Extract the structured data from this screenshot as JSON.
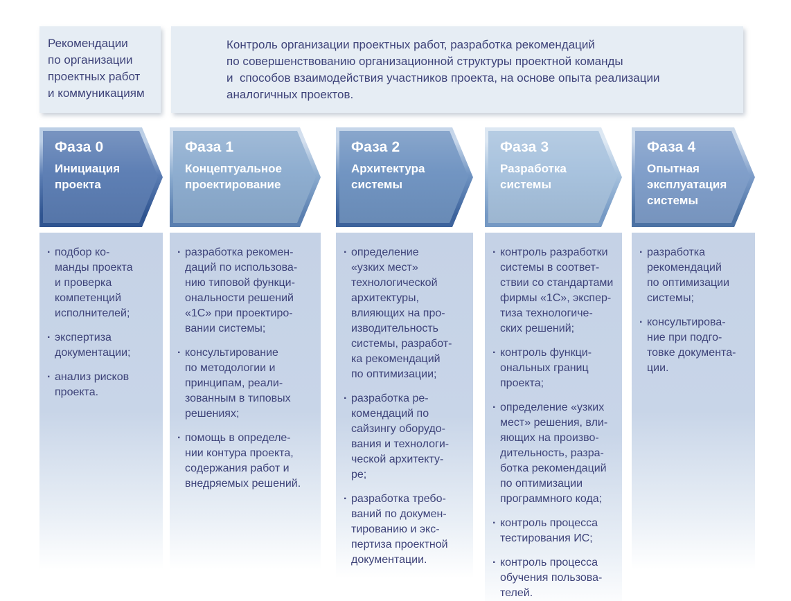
{
  "colors": {
    "page_background": "#ffffff",
    "text": "#3e4379",
    "info_box_background": "#e6edf4",
    "panel_top": "#c5d2e6",
    "panel_bottom": "#ffffff",
    "arrow_text": "#ffffff"
  },
  "bullet_char": "·",
  "top_left_box": {
    "text": "Рекомендации\nпо организации\nпроектных работ\nи коммуникациям"
  },
  "top_right_box": {
    "text": "Контроль организации проектных работ, разработка рекомендаций\nпо совершенствованию организационной структуры проектной команды\nи  способов взаимодействия участников проекта, на основе опыта реализации\nаналогичных проектов."
  },
  "phases": [
    {
      "title": "Фаза 0",
      "name": "Инициация\nпроекта",
      "colors": {
        "light": "#bccfe6",
        "main": "#5b7db3",
        "dark": "#2f5490"
      },
      "bullets": [
        "подбор ко-\nманды проекта\nи проверка\nкомпетенций\nисполнителей;",
        "экспертиза\nдокументации;",
        "анализ рисков\nпроекта."
      ]
    },
    {
      "title": "Фаза 1",
      "name": "Концептуальное\nпроектирование",
      "colors": {
        "light": "#d3dfee",
        "main": "#8caccf",
        "dark": "#5a7fb0"
      },
      "bullets": [
        "разработка рекомен-\nдаций по использова-\nнию типовой функци-\nональности решений\n«1С» при проектиро-\nвании системы;",
        "консультирование\nпо методологии и\nпринципам, реали-\nзованным в типовых\nрешениях;",
        "помощь в определе-\nнии контура проекта,\nсодержания работ и\nвнедряемых решений."
      ]
    },
    {
      "title": "Фаза 2",
      "name": "Архитектура\nсистемы",
      "colors": {
        "light": "#c6d6ea",
        "main": "#6f93c1",
        "dark": "#3d639c"
      },
      "bullets": [
        "определение\n«узких мест»\nтехнологической\nархитектуры,\nвлияющих на про-\nизводительность\nсистемы, разработ-\nка рекомендаций\nпо оптимизации;",
        "разработка ре-\nкомендаций по\nсайзингу оборудо-\nвания и технологи-\nческой архитекту-\nре;",
        "разработка требо-\nваний по докумен-\nтированию и экс-\nпертиза проектной\nдокументации."
      ]
    },
    {
      "title": "Фаза 3",
      "name": "Разработка\nсистемы",
      "colors": {
        "light": "#dde8f3",
        "main": "#a6c1dd",
        "dark": "#7599c4"
      },
      "bullets": [
        "контроль разработки\nсистемы в соответ-\nствии со стандартами\nфирмы «1С», экспер-\nтиза технологиче-\nских решений;",
        "контроль функци-\nональных границ\nпроекта;",
        "определение «узких\nмест» решения, вли-\nяющих на произво-\nдительность, разра-\nботка рекомендаций\nпо оптимизации\nпрограммного кода;",
        "контроль процесса\nтестирования ИС;",
        "контроль процесса\nобучения пользова-\nтелей."
      ]
    },
    {
      "title": "Фаза 4",
      "name": "Опытная\nэксплуатация\nсистемы",
      "colors": {
        "light": "#ccdaeb",
        "main": "#7e9dc9",
        "dark": "#4c72a4"
      },
      "bullets": [
        "разработка\nрекомендаций\nпо оптимизации\nсистемы;",
        "консультирова-\nние при подго-\nтовке документа-\nции."
      ]
    }
  ]
}
